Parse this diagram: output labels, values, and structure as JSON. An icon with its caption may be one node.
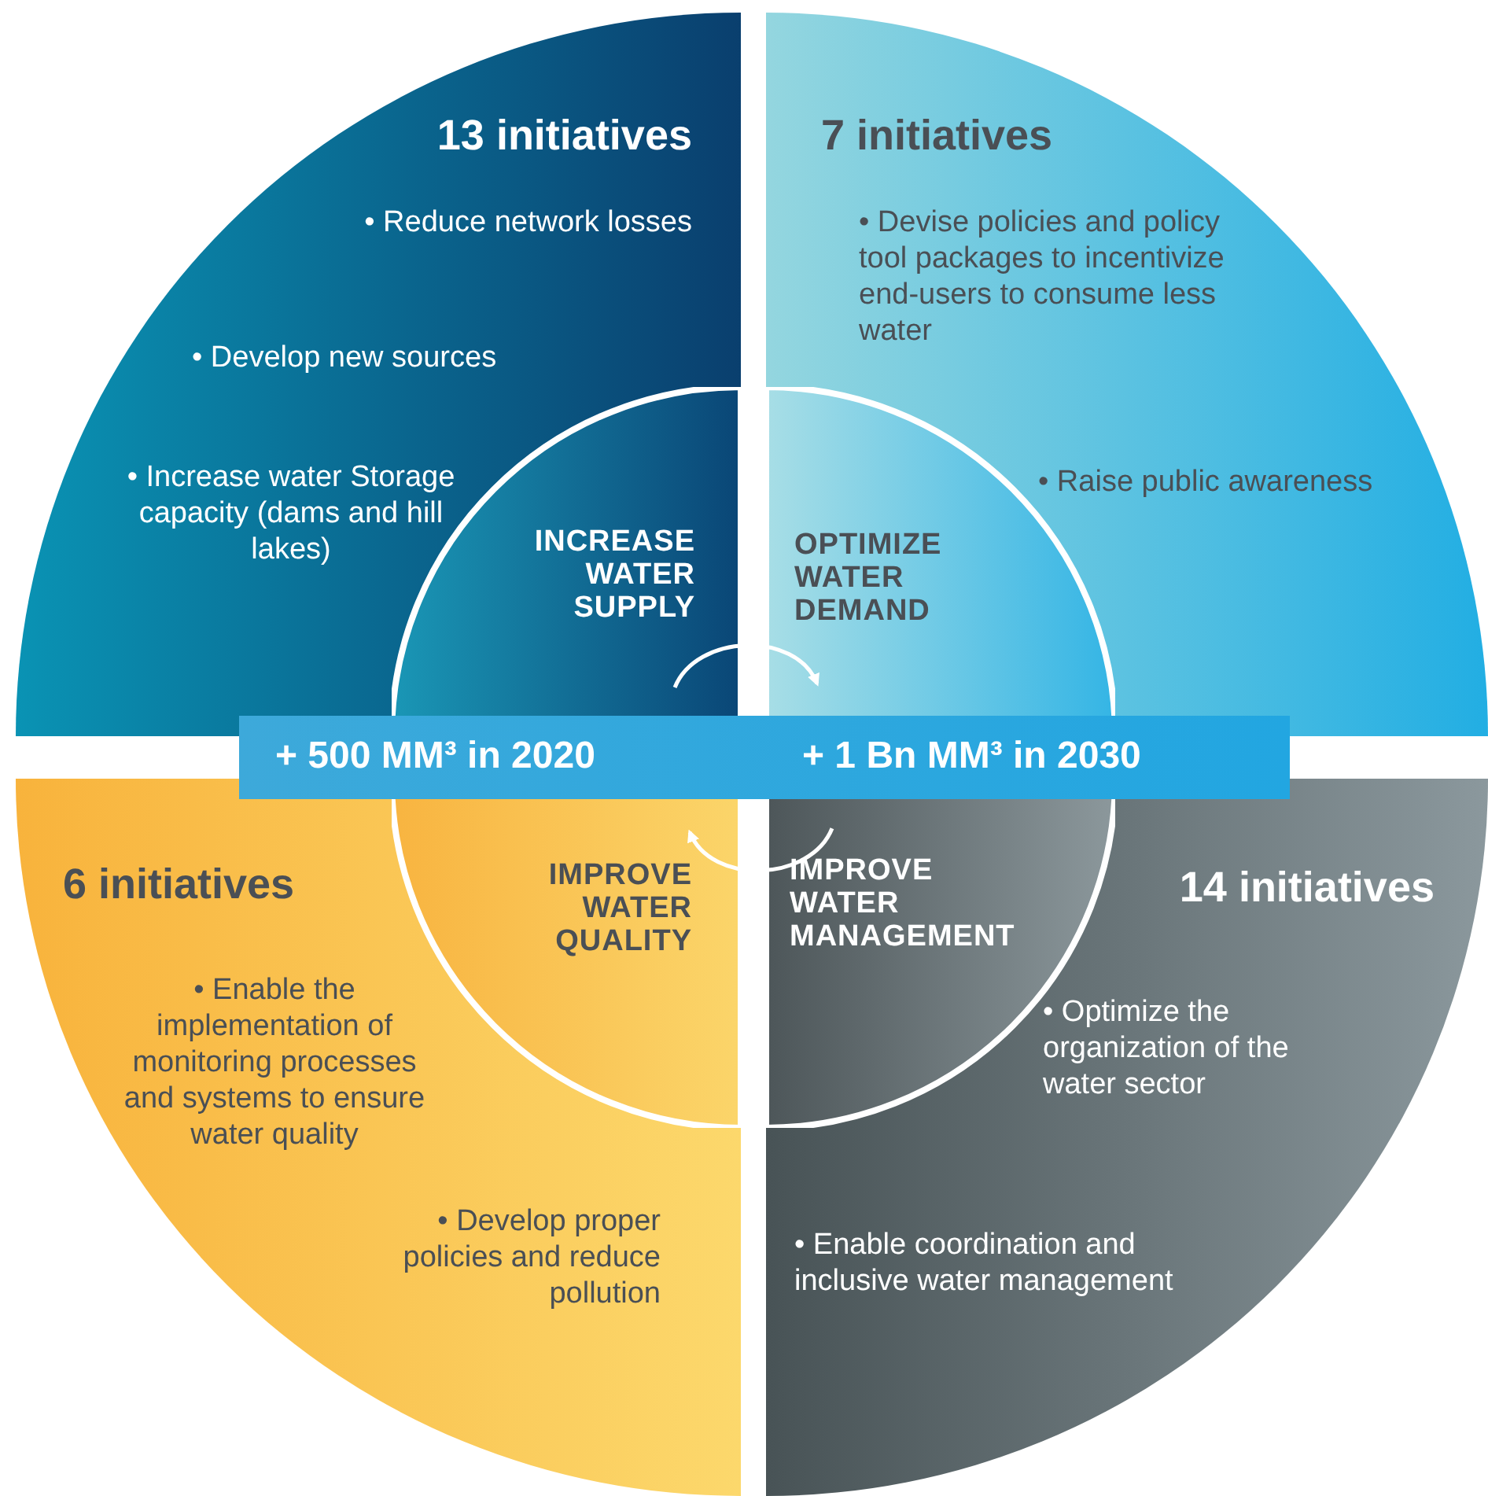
{
  "diagram": {
    "nodes": [
      {
        "text": [
          "13 initiatives",
          "• Reduce network losses",
          "• Develop new sources",
          "• Increase water Storage capacity (dams and hill lakes)"
        ]
      },
      {
        "text": [
          "INCREASE WATER SUPPLY"
        ],
        "in": 0
      },
      {
        "text": [
          "7 initiatives",
          "• Devise policies and policy tool packages to incentivize end-users to consume less water",
          "• Raise public awareness"
        ]
      },
      {
        "text": [
          "OPTIMIZE WATER DEMAND"
        ],
        "in": 2
      },
      {
        "text": [
          "+ 500 MM³ in 2020",
          "+ 1 Bn MM³ in 2030"
        ]
      },
      {
        "text": [
          "6 initiatives",
          "• Enable the implementation of monitoring processes and systems to ensure water quality",
          "• Develop proper policies and reduce pollution"
        ]
      },
      {
        "text": [
          "IMPROVE WATER QUALITY"
        ],
        "in": 5
      },
      {
        "text": [
          "14 initiatives",
          "• Optimize the organization of the water sector",
          "• Enable coordination and inclusive water management"
        ]
      },
      {
        "text": [
          "IMPROVE WATER MANAGEMENT"
        ],
        "in": 7
      }
    ],
    "edges": [
      {
        "from": 1,
        "to": 3,
        "arrow": "to"
      },
      {
        "from": 8,
        "to": 6,
        "arrow": "to"
      }
    ]
  }
}
